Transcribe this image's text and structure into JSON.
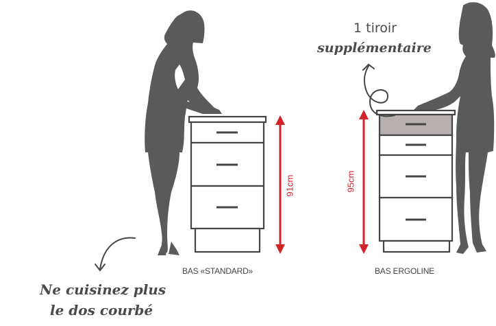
{
  "callouts": {
    "extra_drawer_line1": "1 tiroir",
    "extra_drawer_line2": "supplémentaire",
    "slogan_line1": "Ne cuisinez plus",
    "slogan_line2": "le dos courbé"
  },
  "cabinets": [
    {
      "label": "BAS «STANDARD»",
      "height": "91cm",
      "drawers": 3
    },
    {
      "label": "BAS ERGOLINE",
      "height": "95cm",
      "drawers": 4,
      "highlight_drawer": "top"
    }
  ],
  "colors": {
    "silhouette": "#5a5a5a",
    "outline": "#444444",
    "dimension_arrow": "#d0232a",
    "highlight_drawer": "#b8b0ae"
  }
}
